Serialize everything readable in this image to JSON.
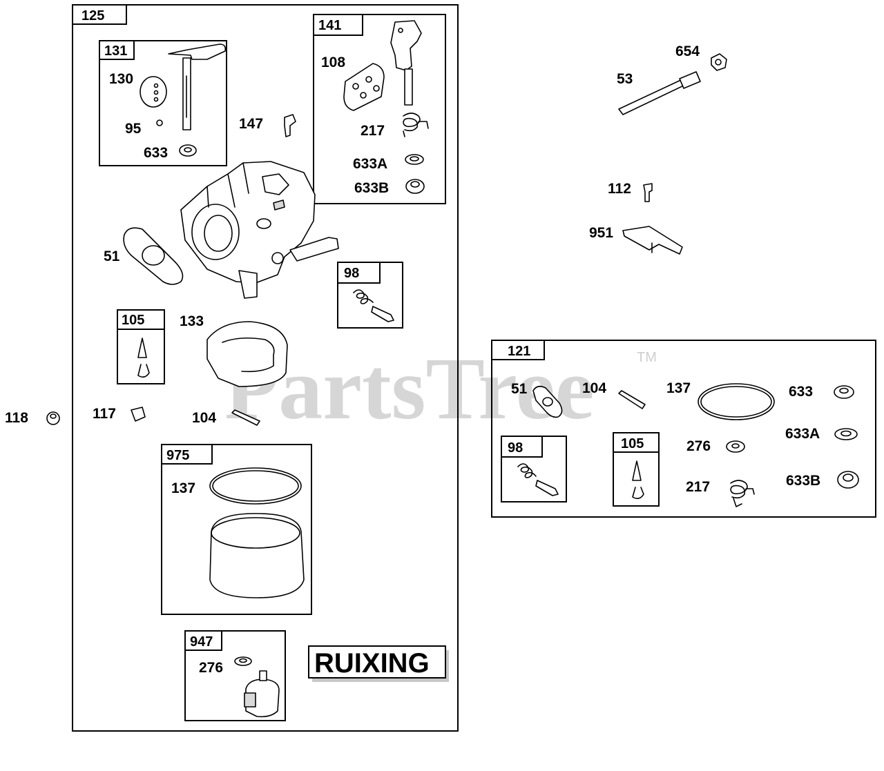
{
  "watermark": {
    "text": "PartsTree",
    "tm": "TM"
  },
  "brand": {
    "text": "RUIXING"
  },
  "groups": {
    "g125": "125",
    "g131": "131",
    "g141": "141",
    "g98a": "98",
    "g105a": "105",
    "g975": "975",
    "g947": "947",
    "g121": "121",
    "g98b": "98",
    "g105b": "105"
  },
  "labels": {
    "p130": "130",
    "p95": "95",
    "p633a": "633",
    "p147": "147",
    "p108": "108",
    "p217a": "217",
    "p633A_a": "633A",
    "p633B_a": "633B",
    "p51a": "51",
    "p133": "133",
    "p117": "117",
    "p104a": "104",
    "p118": "118",
    "p137a": "137",
    "p276a": "276",
    "p654": "654",
    "p53": "53",
    "p112": "112",
    "p951": "951",
    "p51b": "51",
    "p104b": "104",
    "p137b": "137",
    "p633b": "633",
    "p633A_b": "633A",
    "p633B_b": "633B",
    "p276b": "276",
    "p217b": "217"
  }
}
